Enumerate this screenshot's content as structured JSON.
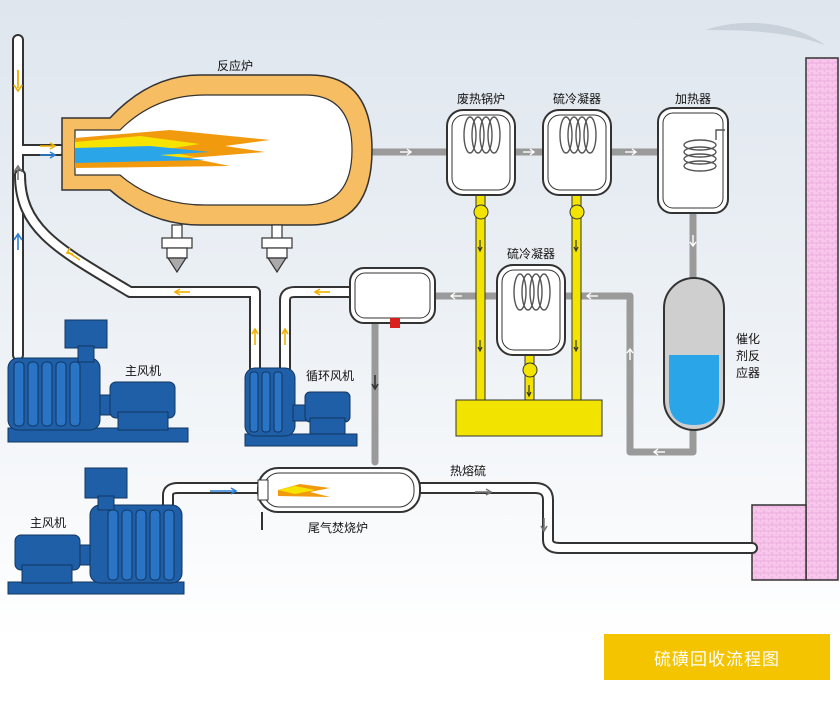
{
  "title": "硫磺回收流程图",
  "labels": {
    "reaction_furnace": "反应炉",
    "waste_heat_boiler": "废热锅炉",
    "sulfur_condenser_1": "硫冷凝器",
    "heater": "加热器",
    "sulfur_condenser_2": "硫冷凝器",
    "catalytic_reactor": "催化剂反应器",
    "catalytic_reactor_lines": [
      "催化",
      "剂反",
      "应器"
    ],
    "main_blower_top": "主风机",
    "circulation_blower": "循环风机",
    "main_blower_bottom": "主风机",
    "hot_molten_sulfur": "热熔硫",
    "tail_gas_incinerator": "尾气焚烧炉"
  },
  "colors": {
    "pipe_outline": "#333333",
    "gray_pipe": "#9a9a9a",
    "yellow": "#f2e400",
    "blue_machine": "#1f5fa8",
    "furnace_orange": "#f7bd62",
    "catalyst_blue": "#2aa6e8",
    "stack_pink": "#f7c6ea",
    "flow_arrow_yellow": "#f0b000",
    "flow_arrow_blue": "#2a7fd4"
  }
}
